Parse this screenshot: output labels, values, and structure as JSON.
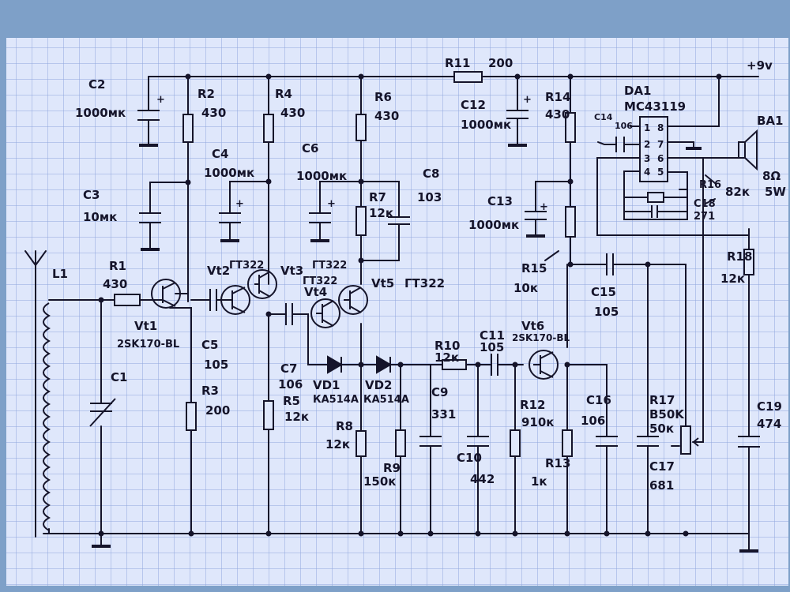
{
  "schematic": {
    "power_label": "+9v",
    "antenna": {
      "ref": "L1"
    },
    "capacitors": [
      {
        "ref": "C1",
        "value": ""
      },
      {
        "ref": "C2",
        "value": "1000мк"
      },
      {
        "ref": "C3",
        "value": "10мк"
      },
      {
        "ref": "C4",
        "value": "1000мк"
      },
      {
        "ref": "C5",
        "value": "105"
      },
      {
        "ref": "C6",
        "value": "1000мк"
      },
      {
        "ref": "C7",
        "value": "106"
      },
      {
        "ref": "C8",
        "value": "103"
      },
      {
        "ref": "C9",
        "value": "331"
      },
      {
        "ref": "C10",
        "value": "442"
      },
      {
        "ref": "C11",
        "value": "105"
      },
      {
        "ref": "C12",
        "value": "1000мк"
      },
      {
        "ref": "C13",
        "value": "1000мк"
      },
      {
        "ref": "C14",
        "value": "106"
      },
      {
        "ref": "C15",
        "value": "105"
      },
      {
        "ref": "C16",
        "value": "106"
      },
      {
        "ref": "C17",
        "value": "681"
      },
      {
        "ref": "C18",
        "value": "271"
      },
      {
        "ref": "C19",
        "value": "474"
      }
    ],
    "resistors": [
      {
        "ref": "R1",
        "value": "430"
      },
      {
        "ref": "R2",
        "value": "430"
      },
      {
        "ref": "R3",
        "value": "200"
      },
      {
        "ref": "R4",
        "value": "430"
      },
      {
        "ref": "R5",
        "value": "12к"
      },
      {
        "ref": "R6",
        "value": "430"
      },
      {
        "ref": "R7",
        "value": "12к"
      },
      {
        "ref": "R8",
        "value": "12к"
      },
      {
        "ref": "R9",
        "value": "150к"
      },
      {
        "ref": "R10",
        "value": "12к"
      },
      {
        "ref": "R11",
        "value": "200"
      },
      {
        "ref": "R12",
        "value": "910к"
      },
      {
        "ref": "R13",
        "value": "1к"
      },
      {
        "ref": "R14",
        "value": "430"
      },
      {
        "ref": "R15",
        "value": "10к"
      },
      {
        "ref": "R16",
        "value": "82к"
      },
      {
        "ref": "R17",
        "value": "B50K",
        "value2": "50к"
      },
      {
        "ref": "R18",
        "value": "12к"
      }
    ],
    "transistors": [
      {
        "ref": "Vt1",
        "part": "2SK170-BL"
      },
      {
        "ref": "Vt2",
        "part": "ГТ322"
      },
      {
        "ref": "Vt3",
        "part": ""
      },
      {
        "ref": "Vt4",
        "part": "ГТ322"
      },
      {
        "ref": "Vt5",
        "part": "ГТ322"
      },
      {
        "ref": "Vt6",
        "part": "2SK170-BL"
      }
    ],
    "diodes": [
      {
        "ref": "VD1",
        "part": "КА514А"
      },
      {
        "ref": "VD2",
        "part": "КА514А"
      }
    ],
    "ic": {
      "ref": "DA1",
      "part": "MC43119",
      "pins_left": [
        "1",
        "2",
        "3",
        "4"
      ],
      "pins_right": [
        "8",
        "7",
        "6",
        "5"
      ]
    },
    "speaker": {
      "ref": "BA1",
      "impedance": "8Ω",
      "power": "5W"
    },
    "extra_labels": {
      "vt2_part": "ГТ322",
      "vt3_ref": "Vt3"
    }
  },
  "colors": {
    "paper": "#dfe7fb",
    "grid": "#8fa6dc",
    "ink": "#15142a",
    "background": "#7ea0c8"
  }
}
